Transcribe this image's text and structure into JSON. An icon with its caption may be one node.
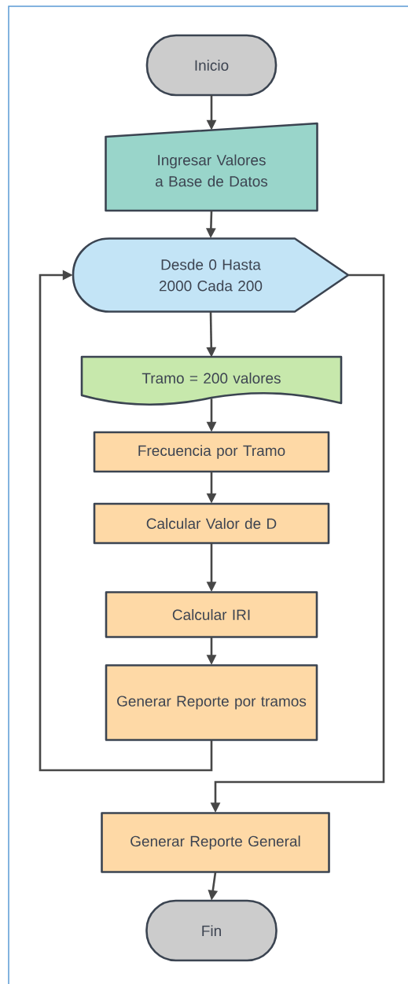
{
  "diagram": {
    "nodes": [
      {
        "text": [
          "Inicio"
        ]
      },
      {
        "text": [
          "Ingresar Valores a Base de Datos"
        ]
      },
      {
        "text": [
          "Desde 0 Hasta 2000 Cada 200"
        ]
      },
      {
        "text": [
          "Tramo = 200 valores"
        ]
      },
      {
        "text": [
          "Frecuencia por Tramo"
        ]
      },
      {
        "text": [
          "Calcular Valor de D"
        ]
      },
      {
        "text": [
          "Calcular IRI"
        ]
      },
      {
        "text": [
          "Generar Reporte por tramos"
        ]
      },
      {
        "text": [
          "Generar Reporte General"
        ]
      },
      {
        "text": [
          "Fin"
        ]
      }
    ],
    "edges": [
      {
        "from": 0,
        "to": 1,
        "arrow": "to"
      },
      {
        "from": 1,
        "to": 2,
        "arrow": "to"
      },
      {
        "from": 2,
        "to": 3,
        "arrow": "to"
      },
      {
        "from": 3,
        "to": 4,
        "arrow": "to"
      },
      {
        "from": 4,
        "to": 5,
        "arrow": "to"
      },
      {
        "from": 5,
        "to": 6,
        "arrow": "to"
      },
      {
        "from": 6,
        "to": 7,
        "arrow": "to"
      },
      {
        "from": 7,
        "to": 2,
        "arrow": "to"
      },
      {
        "from": 2,
        "to": 8,
        "arrow": "to"
      },
      {
        "from": 8,
        "to": 9,
        "arrow": "to"
      }
    ]
  }
}
